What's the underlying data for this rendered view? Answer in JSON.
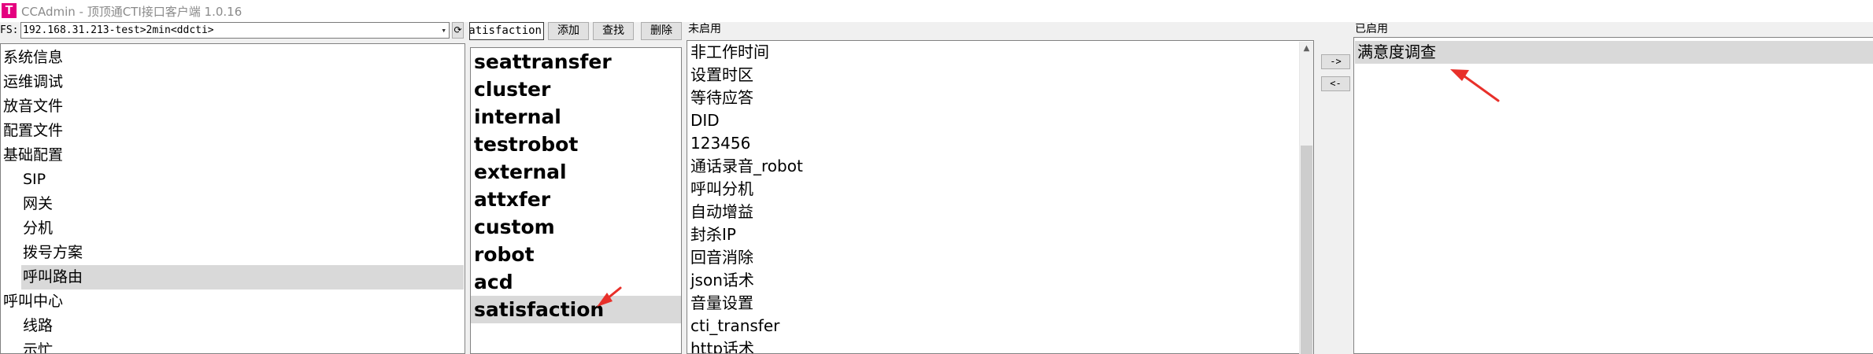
{
  "window": {
    "title": "CCAdmin - 顶顶通CTI接口客户端 1.0.16",
    "icon_letter": "T"
  },
  "fs": {
    "label": "FS:",
    "value": "192.168.31.213-test>2min<ddcti>"
  },
  "tree": {
    "items": [
      {
        "label": "系统信息",
        "level": 0
      },
      {
        "label": "运维调试",
        "level": 0
      },
      {
        "label": "放音文件",
        "level": 0
      },
      {
        "label": "配置文件",
        "level": 0
      },
      {
        "label": "基础配置",
        "level": 0
      },
      {
        "label": "SIP",
        "level": 1
      },
      {
        "label": "网关",
        "level": 1
      },
      {
        "label": "分机",
        "level": 1
      },
      {
        "label": "拨号方案",
        "level": 1
      },
      {
        "label": "呼叫路由",
        "level": 1,
        "selected": true
      },
      {
        "label": "呼叫中心",
        "level": 0
      },
      {
        "label": "线路",
        "level": 1
      },
      {
        "label": "示忙",
        "level": 1
      }
    ]
  },
  "toolbar": {
    "search_value": "satisfaction",
    "add_label": "添加",
    "find_label": "查找",
    "delete_label": "删除"
  },
  "contexts": {
    "items": [
      {
        "label": "seattransfer"
      },
      {
        "label": "cluster"
      },
      {
        "label": "internal"
      },
      {
        "label": "testrobot"
      },
      {
        "label": "external"
      },
      {
        "label": "attxfer"
      },
      {
        "label": "custom"
      },
      {
        "label": "robot"
      },
      {
        "label": "acd"
      },
      {
        "label": "satisfaction",
        "selected": true
      }
    ]
  },
  "disabled_section": {
    "label": "未启用",
    "items": [
      "非工作时间",
      "设置时区",
      "等待应答",
      "DID",
      "123456",
      "通话录音_robot",
      "呼叫分机",
      "自动增益",
      "封杀IP",
      "回音消除",
      "json话术",
      "音量设置",
      "cti_transfer",
      "http话术"
    ]
  },
  "enabled_section": {
    "label": "已启用",
    "items": [
      "满意度调查"
    ]
  },
  "move_buttons": {
    "enable_label": "->",
    "disable_label": "<-"
  },
  "colors": {
    "accent": "#e4007f",
    "selection": "#d9d9d9",
    "annotation": "#e8302a"
  }
}
